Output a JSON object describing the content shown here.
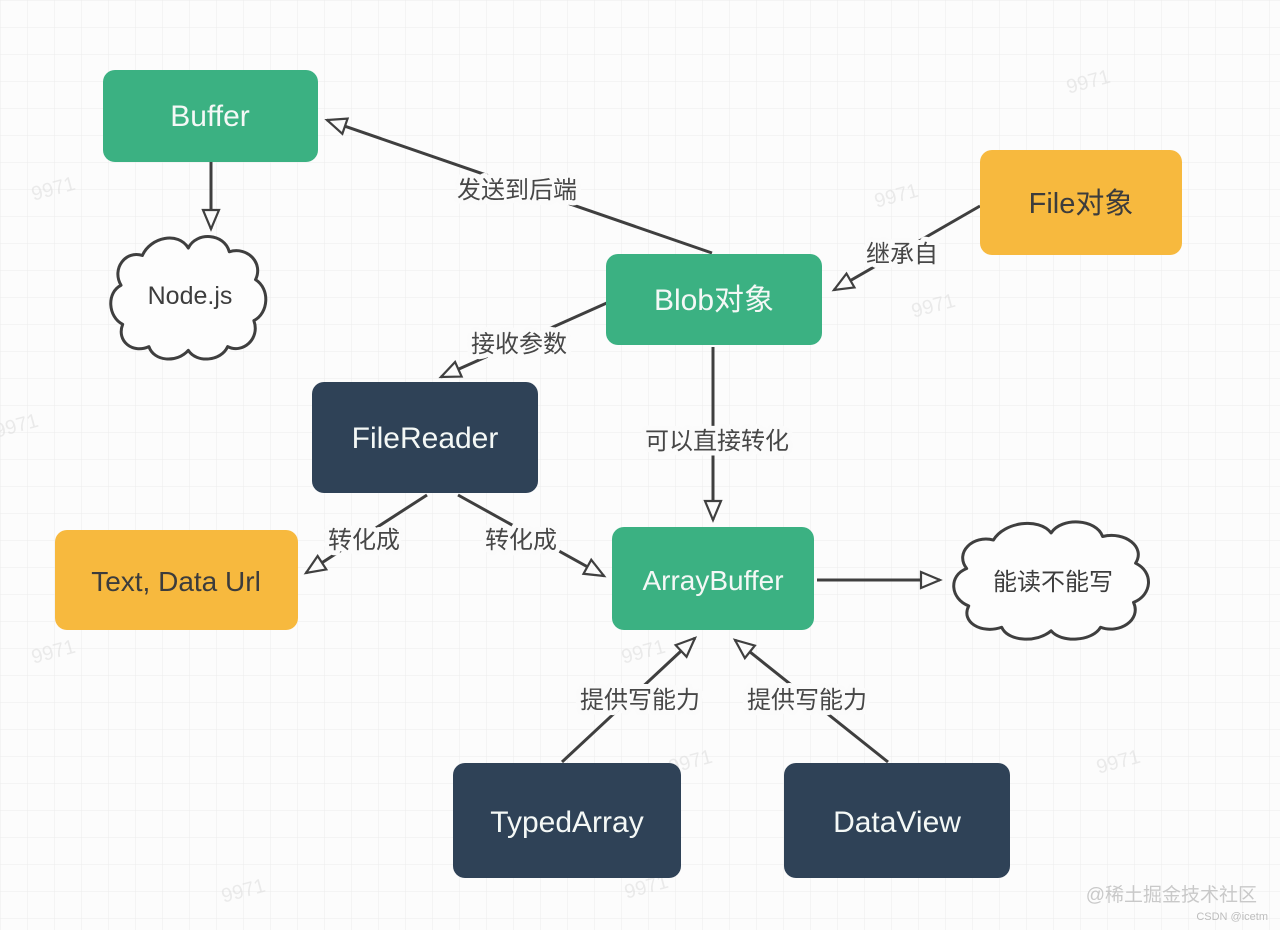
{
  "diagram": {
    "nodes": {
      "buffer": {
        "label": "Buffer"
      },
      "nodejs": {
        "label": "Node.js"
      },
      "blob": {
        "label": "Blob对象"
      },
      "file": {
        "label": "File对象"
      },
      "filereader": {
        "label": "FileReader"
      },
      "arraybuffer": {
        "label": "ArrayBuffer"
      },
      "textdataurl": {
        "label": "Text, Data Url"
      },
      "readonly": {
        "label": "能读不能写"
      },
      "typedarray": {
        "label": "TypedArray"
      },
      "dataview": {
        "label": "DataView"
      }
    },
    "edges": {
      "send_to_backend": {
        "label": "发送到后端"
      },
      "inherit_from": {
        "label": "继承自"
      },
      "receive_params": {
        "label": "接收参数"
      },
      "direct_convert": {
        "label": "可以直接转化"
      },
      "convert_to_left": {
        "label": "转化成"
      },
      "convert_to_right": {
        "label": "转化成"
      },
      "provide_write_left": {
        "label": "提供写能力"
      },
      "provide_write_right": {
        "label": "提供写能力"
      }
    },
    "colors": {
      "green": "#3bb182",
      "orange": "#f7b93e",
      "navy": "#2f4257",
      "stroke": "#3f3f3f"
    },
    "watermark": {
      "diagonal": "9971",
      "community": "@稀土掘金技术社区",
      "csdn": "CSDN @icetm"
    }
  }
}
